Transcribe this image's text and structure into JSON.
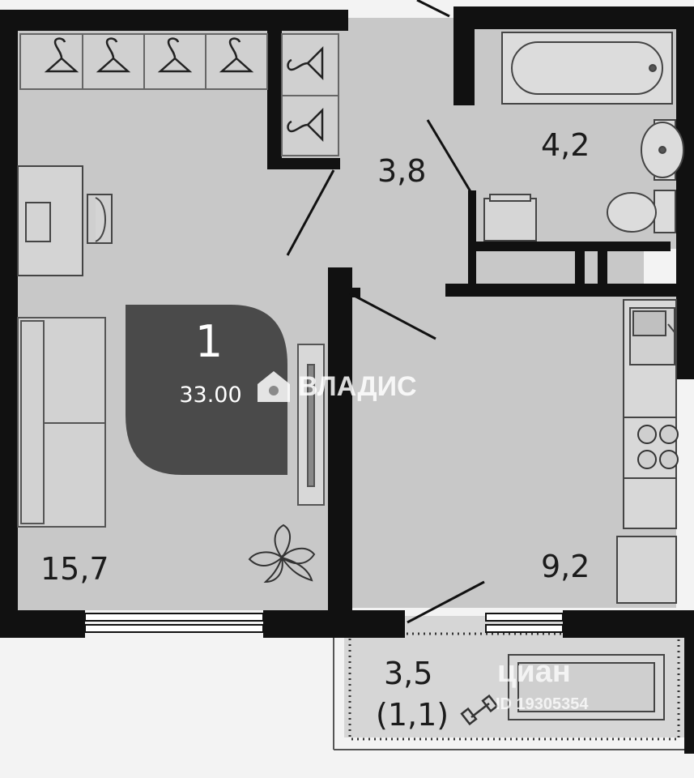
{
  "plan": {
    "rooms_count": "1",
    "total_area": "33.00",
    "rooms": [
      {
        "name": "living-room-area",
        "area": "15,7"
      },
      {
        "name": "hallway-area",
        "area": "3,8"
      },
      {
        "name": "bathroom-area",
        "area": "4,2"
      },
      {
        "name": "kitchen-area",
        "area": "9,2"
      },
      {
        "name": "balcony-area",
        "area": "3,5"
      },
      {
        "name": "balcony-reduced-area",
        "area": "(1,1)"
      }
    ]
  },
  "watermarks": {
    "vladis": "ВЛАДИС",
    "cian": "циан",
    "cian_id": "ID 19305354"
  },
  "colors": {
    "floor": "#c8c8c8",
    "wall": "#111111",
    "background": "#f3f3f3",
    "badge": "#4a4a4a"
  }
}
